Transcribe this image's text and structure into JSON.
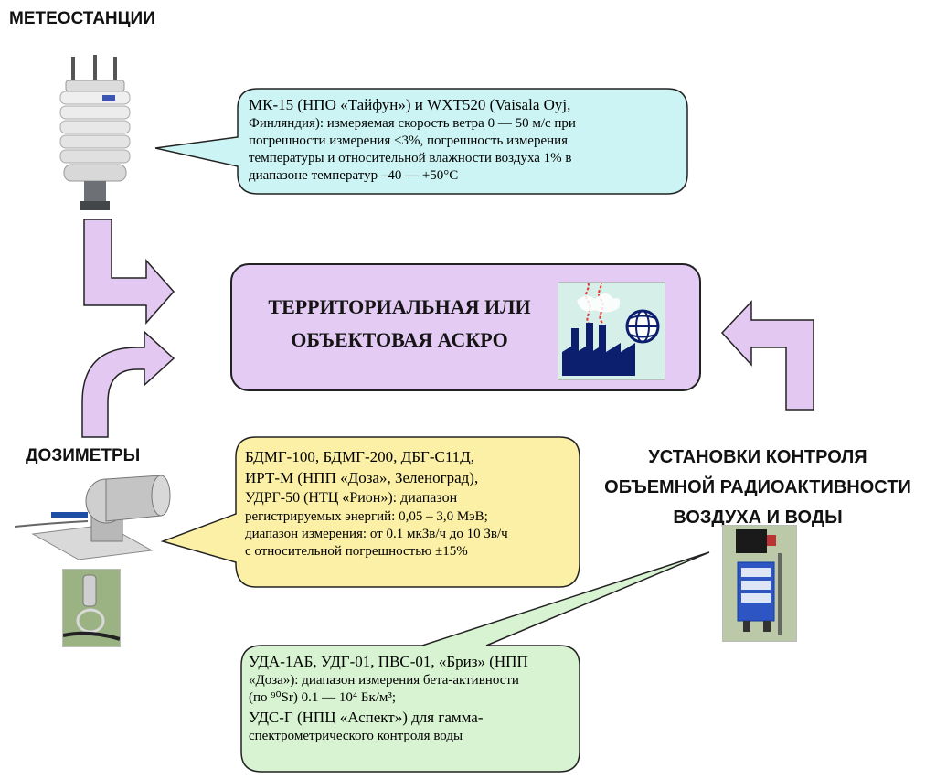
{
  "headings": {
    "meteo": "МЕТЕОСТАНЦИИ",
    "dosimeters": "ДОЗИМЕТРЫ",
    "installations": [
      "УСТАНОВКИ КОНТРОЛЯ",
      "ОБЪЕМНОЙ РАДИОАКТИВНОСТИ",
      "ВОЗДУХА И ВОДЫ"
    ]
  },
  "center": {
    "lines": [
      "ТЕРРИТОРИАЛЬНАЯ ИЛИ",
      "ОБЪЕКТОВАЯ АСКРО"
    ]
  },
  "callouts": {
    "meteo": [
      "МК-15 (НПО «Тайфун») и WXT520 (Vaisala Oyj,",
      "Финляндия): измеряемая скорость ветра 0 — 50 м/с при",
      "погрешности измерения <3%, погрешность измерения",
      "температуры и относительной влажности воздуха 1% в",
      "диапазоне температур –40 — +50°С"
    ],
    "dosimeters": [
      "БДМГ-100, БДМГ-200, ДБГ-С11Д,",
      "ИРТ-М (НПП «Доза», Зеленоград),",
      "УДРГ-50 (НТЦ «Рион»): диапазон",
      "регистрируемых энергий: 0,05 – 3,0 МэВ;",
      "диапазон измерения: от 0.1 мкЗв/ч до 10 Зв/ч",
      "с относительной погрешностью ±15%"
    ],
    "installations": [
      "УДА-1АБ, УДГ-01, ПВС-01, «Бриз» (НПП",
      "«Доза»): диапазон измерения бета-активности",
      "(по ⁹⁰Sr) 0.1 — 10⁴ Бк/м³;",
      "УДС-Г (НПЦ «Аспект») для гамма-",
      "спектрометрического контроля воды"
    ]
  },
  "colors": {
    "meteo_callout": "#cdf4f4",
    "dosimeter_callout": "#fbf0a6",
    "installation_callout": "#d8f3d2",
    "center_box": "#e3cbf4",
    "arrow_fill": "#e3c8f2",
    "outline": "#222222"
  },
  "icons": {
    "meteo_station": "weather-station-sensor-icon",
    "dosimeter": "dosimeter-device-icon",
    "cable_sensor": "cable-sensor-photo-icon",
    "factory_globe": "factory-globe-icon",
    "installation": "monitoring-installation-icon"
  }
}
